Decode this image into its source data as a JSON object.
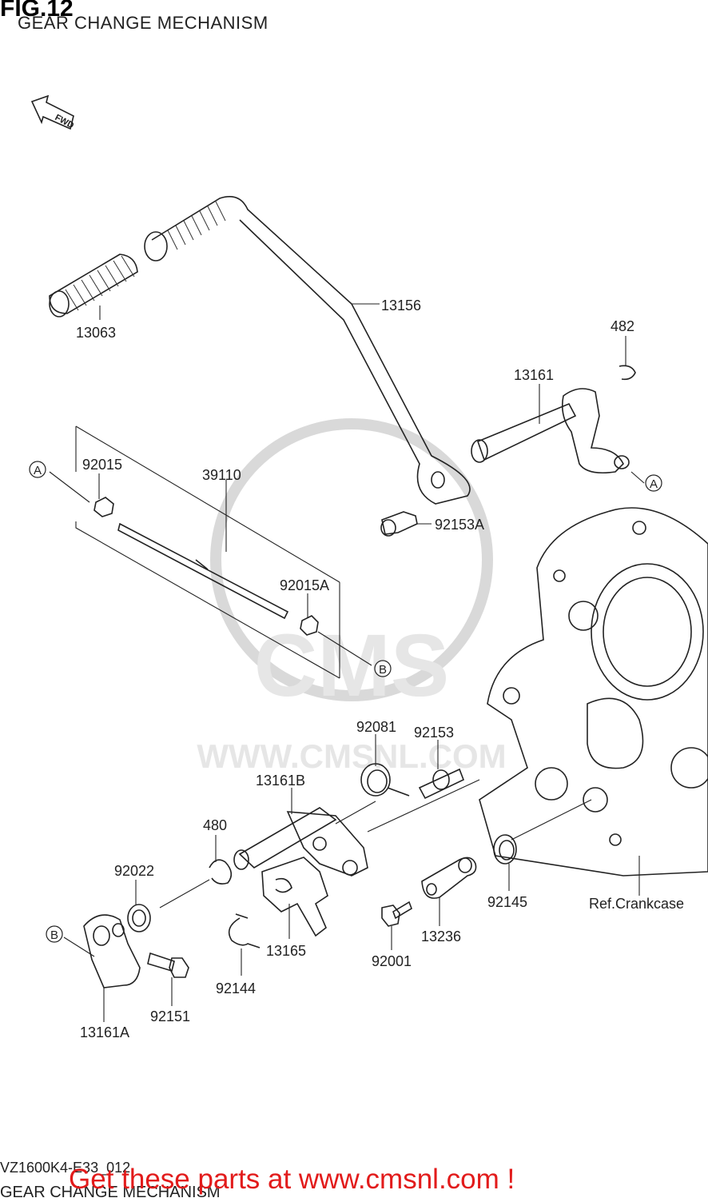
{
  "figure": {
    "title": "FIG.12",
    "subtitle": "GEAR CHANGE MECHANISM",
    "code": "VZ1600K4-E33_012",
    "footer_subtitle": "GEAR CHANGE MECHANISM",
    "fwd_label": "FWD",
    "watermark": "WWW.CMSNL.COM",
    "watermark_logo": "CMS"
  },
  "promo": {
    "text": "Get these parts at www.cmsnl.com !",
    "color": "#e21b1b"
  },
  "parts": {
    "p13156": "13156",
    "p13063": "13063",
    "p482": "482",
    "p13161": "13161",
    "p39110": "39110",
    "p92015": "92015",
    "p92015A": "92015A",
    "p92153A": "92153A",
    "p92081": "92081",
    "p92153": "92153",
    "p13161B": "13161B",
    "p480": "480",
    "p92022": "92022",
    "p13165": "13165",
    "p92144": "92144",
    "p92151": "92151",
    "p13161A": "13161A",
    "p92001": "92001",
    "p13236": "13236",
    "p92145": "92145",
    "ref_crankcase": "Ref.Crankcase"
  },
  "markers": {
    "a1": "A",
    "a2": "A",
    "b1": "B",
    "b2": "B"
  }
}
